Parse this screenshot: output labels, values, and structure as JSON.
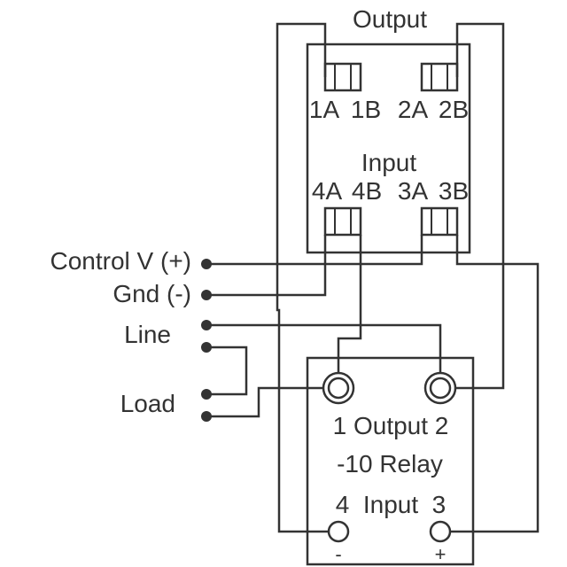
{
  "diagram": {
    "top_module": {
      "output_label": "Output",
      "input_label": "Input",
      "terminals": [
        "1A",
        "1B",
        "2A",
        "2B",
        "4A",
        "4B",
        "3A",
        "3B"
      ]
    },
    "left_labels": {
      "control_v": "Control V (+)",
      "gnd": "Gnd (-)",
      "line": "Line",
      "load": "Load"
    },
    "relay": {
      "output_text": "1 Output 2",
      "name_text": "-10 Relay",
      "input_text": "4  Input  3",
      "minus_sign": "-",
      "plus_sign": "+"
    }
  }
}
